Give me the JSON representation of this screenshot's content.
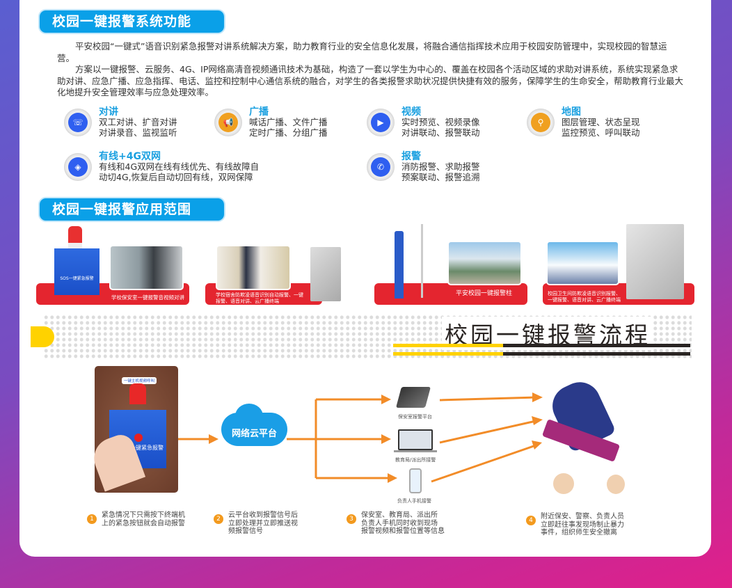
{
  "section1": {
    "title": "校园一键报警系统功能",
    "paragraphs": [
      "平安校园“一键式”语音识别紧急报警对讲系统解决方案，助力教育行业的安全信息化发展，将融合通信指挥技术应用于校园安防管理中，实现校园的智慧运营。",
      "方案以一键报警、云服务、4G、IP网络高清音视频通讯技术为基础，构造了一套以学生为中心的、覆盖在校园各个活动区域的求助对讲系统，系统实现紧急求助对讲、应急广播、应急指挥、电话、监控和控制中心通信系统的融合，对学生的各类报警求助状况提供快捷有效的服务，保障学生的生命安全，帮助教育行业最大化地提升安全管理效率与应急处理效率。"
    ],
    "features": [
      {
        "title": "对讲",
        "lines": [
          "双工对讲、扩音对讲",
          "对讲录音、监视监听"
        ],
        "icon": "intercom-icon",
        "color": "#2f5ff0"
      },
      {
        "title": "广播",
        "lines": [
          "喊话广播、文件广播",
          "定时广播、分组广播"
        ],
        "icon": "megaphone-icon",
        "color": "#f0a020"
      },
      {
        "title": "视频",
        "lines": [
          "实时预览、视频录像",
          "对讲联动、报警联动"
        ],
        "icon": "video-camera-icon",
        "color": "#2f5ff0"
      },
      {
        "title": "地图",
        "lines": [
          "图层管理、状态呈现",
          "监控预览、呼叫联动"
        ],
        "icon": "map-pin-icon",
        "color": "#f0a020"
      },
      {
        "title": "有线+4G双网",
        "lines": [
          "有线和4G双网在线有线优先、有线故障自",
          "动切4G,恢复后自动切回有线，双网保障"
        ],
        "icon": "network-icon",
        "color": "#2f5ff0"
      },
      {
        "title": "报警",
        "lines": [
          "消防报警、求助报警",
          "预案联动、报警追溯"
        ],
        "icon": "sos-phone-icon",
        "color": "#2f5ff0"
      }
    ]
  },
  "section2": {
    "title": "校园一键报警应用范围",
    "device_label": "SOS一键紧急报警",
    "captions": [
      "学校保安室一键报警音视频对讲",
      "学校宿舍防欺凌语音识别自动报警、一键报警、语音对讲、云广播终端",
      "平安校园一键报警柱",
      "校园卫生间防欺凌语音识别报警、一键报警、语音对讲、云广播终端"
    ]
  },
  "section3": {
    "title": "校园一键报警流程",
    "device_tag": "一键主机视频呼叫",
    "device_label": "一键紧急报警",
    "cloud": "网络云平台",
    "receivers": [
      "保安室报警平台",
      "教育局/派出所接警",
      "负责人手机接警"
    ],
    "steps": [
      {
        "n": "1",
        "lines": [
          "紧急情况下只需按下终端机",
          "上的紧急按钮就会自动报警"
        ]
      },
      {
        "n": "2",
        "lines": [
          "云平台收到报警信号后",
          "立即处理并立即推送视",
          "频报警信号"
        ]
      },
      {
        "n": "3",
        "lines": [
          "保安室、教育局、派出所",
          "负责人手机同时收到现场",
          "报警视频和报警位置等信息"
        ]
      },
      {
        "n": "4",
        "lines": [
          "附近保安、警察、负责人员",
          "立即赶往事发现场制止暴力",
          "事件，组织师生安全撤离"
        ]
      }
    ]
  },
  "colors": {
    "accent_blue": "#0aa0e8",
    "alarm_red": "#e4252f",
    "flow_orange": "#f28c28",
    "title_yellow": "#ffd200"
  }
}
